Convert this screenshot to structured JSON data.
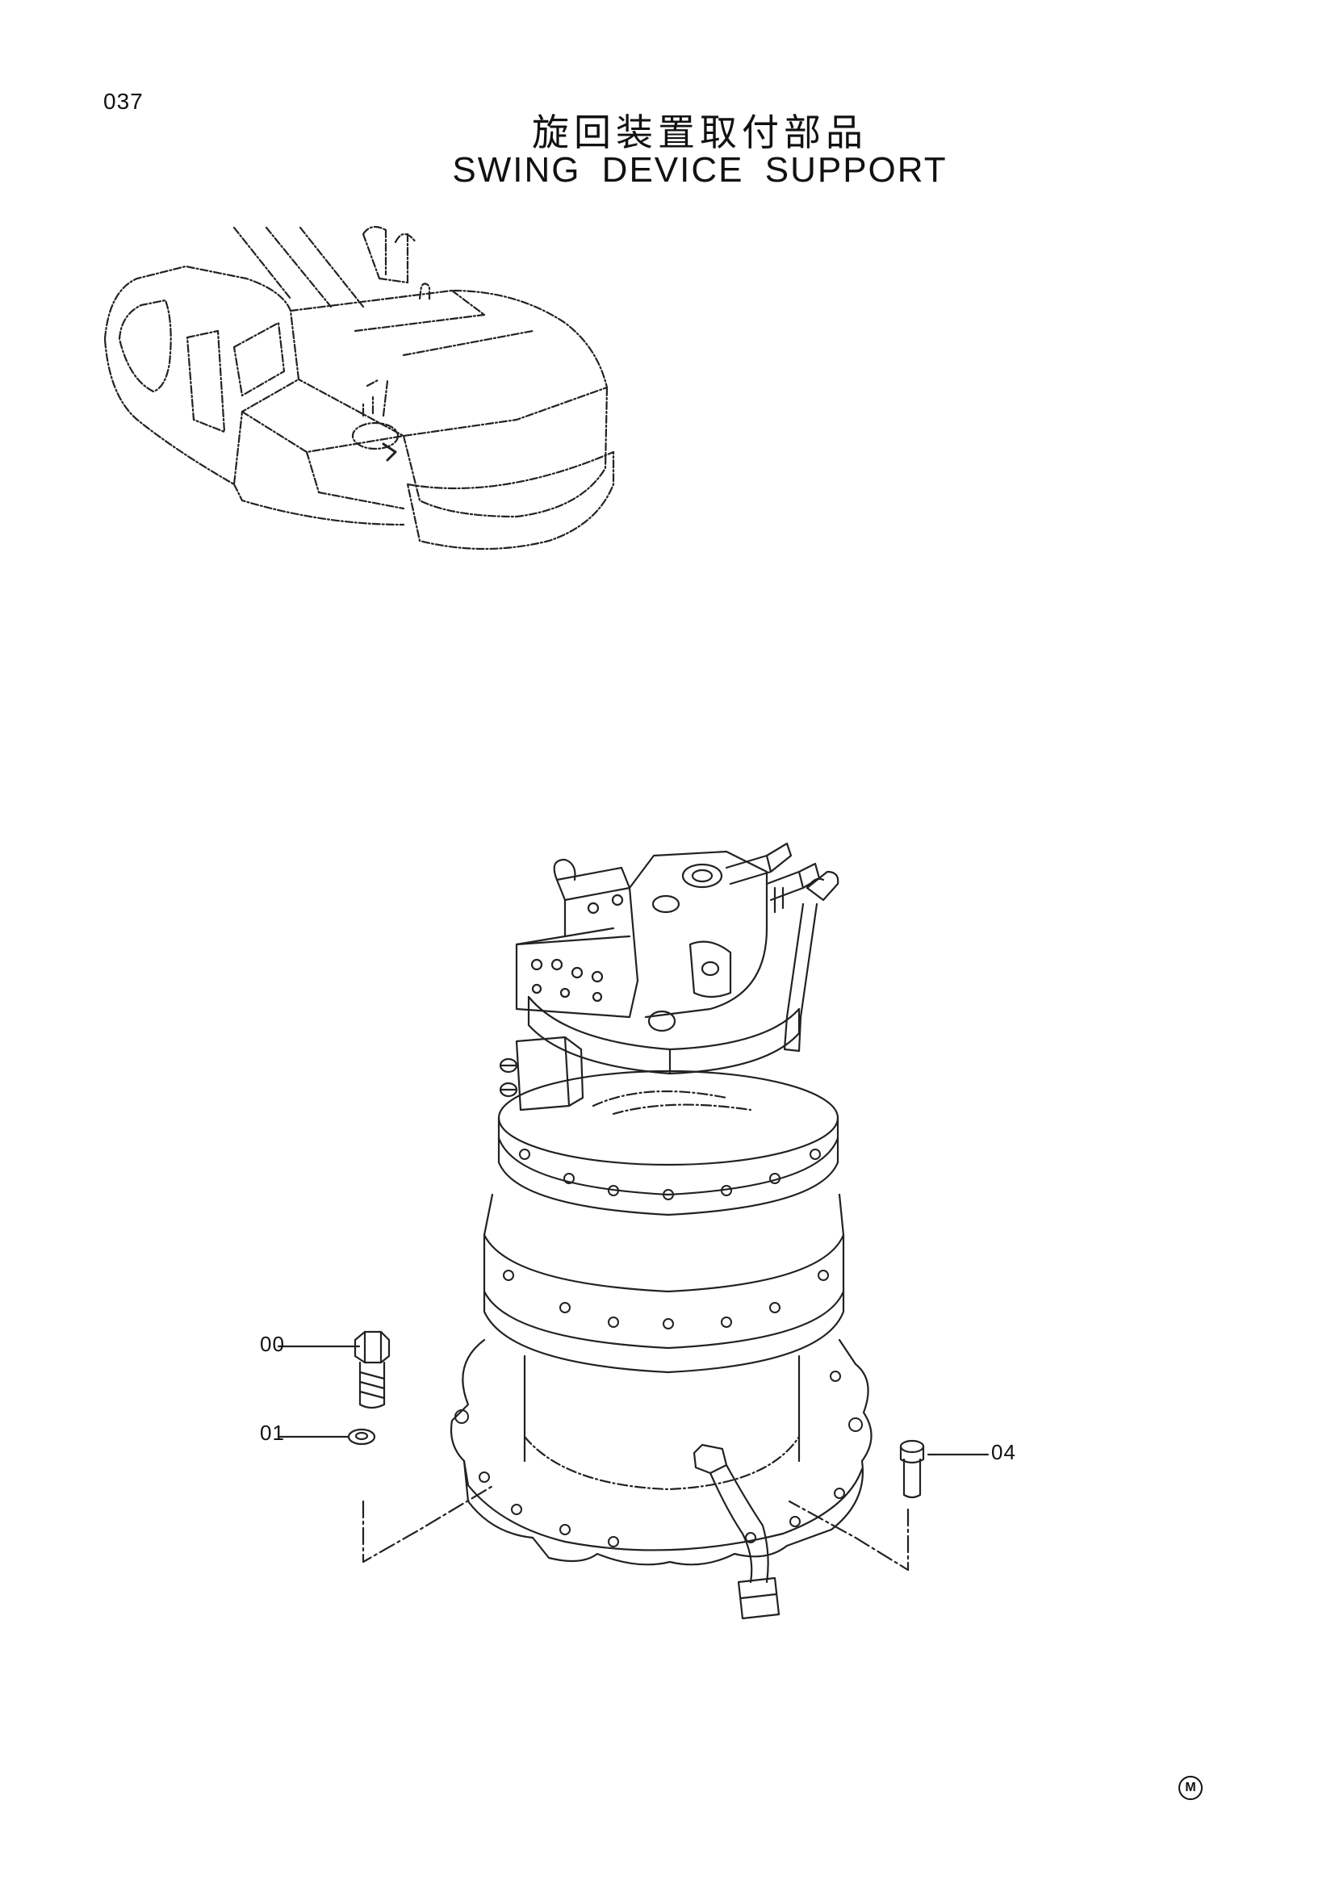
{
  "page": {
    "number": "037",
    "title_jp": "旋回装置取付部品",
    "title_en": "SWING DEVICE SUPPORT"
  },
  "callouts": [
    {
      "id": "00"
    },
    {
      "id": "01"
    },
    {
      "id": "04"
    }
  ],
  "mark": "M",
  "icons": {
    "excavator": "excavator-overview-icon",
    "swing_device": "swing-device-assembly-icon",
    "bolt": "bolt-icon",
    "washer": "washer-icon",
    "pin": "pin-icon"
  }
}
